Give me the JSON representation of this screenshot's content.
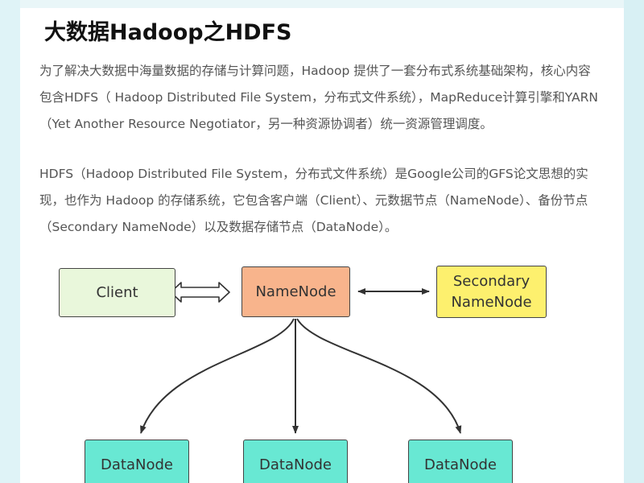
{
  "title": "大数据Hadoop之HDFS",
  "paragraphs": [
    "为了解决大数据中海量数据的存储与计算问题，Hadoop 提供了一套分布式系统基础架构，核心内容包含HDFS（ Hadoop Distributed File System，分布式文件系统），MapReduce计算引擎和YARN（Yet Another Resource Negotiator，另一种资源协调者）统一资源管理调度。",
    "HDFS（Hadoop Distributed File System，分布式文件系统）是Google公司的GFS论文思想的实现，也作为 Hadoop 的存储系统，它包含客户端（Client）、元数据节点（NameNode）、备份节点（Secondary NameNode）以及数据存储节点（DataNode）。"
  ],
  "diagram": {
    "client": "Client",
    "namenode": "NameNode",
    "secondary": "Secondary\nNameNode",
    "datanodes": [
      "DataNode",
      "DataNode",
      "DataNode"
    ]
  }
}
